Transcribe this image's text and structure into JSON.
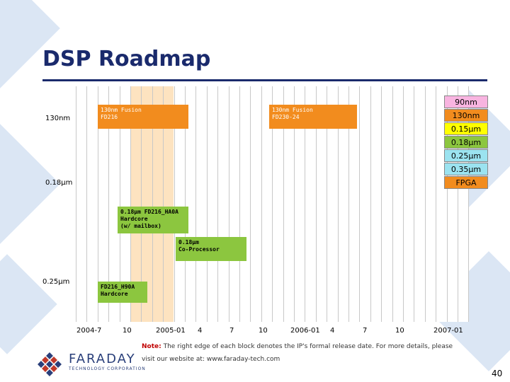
{
  "title": "DSP Roadmap",
  "tracks": {
    "row1_label": "130nm",
    "row2_label": "0.18µm",
    "row3_label": "0.25µm"
  },
  "bars": {
    "fd216": "130nm Fusion\nFD216",
    "fd230": "130nm Fusion\nFD230-24",
    "ha0a": "0.18µm FD216_HA0A\nHardcore\n(w/ mailbox)",
    "coproc": "0.18µm\nCo-Processor",
    "h90a": "FD216_H90A\nHardcore"
  },
  "process_tags": [
    {
      "label": "90nm",
      "color": "#f8b4e0"
    },
    {
      "label": "130nm",
      "color": "#f28c1e"
    },
    {
      "label": "0.15µm",
      "color": "#ffff00"
    },
    {
      "label": "0.18µm",
      "color": "#8cc63f"
    },
    {
      "label": "0.25µm",
      "color": "#9be3f0"
    },
    {
      "label": "0.35µm",
      "color": "#9be3f0"
    },
    {
      "label": "FPGA",
      "color": "#f28c1e"
    }
  ],
  "timeline": [
    "2004-7",
    "10",
    "2005-01",
    "4",
    "7",
    "10",
    "2006-01",
    "4",
    "7",
    "10",
    "2007-01"
  ],
  "note": {
    "prefix": "Note:",
    "text": " The right edge of each block denotes the IP's formal release date. For more details, please",
    "site": "visit our website at: www.faraday-tech.com"
  },
  "logo": {
    "name": "FARADAY",
    "sub": "TECHNOLOGY CORPORATION"
  },
  "page_number": "40"
}
